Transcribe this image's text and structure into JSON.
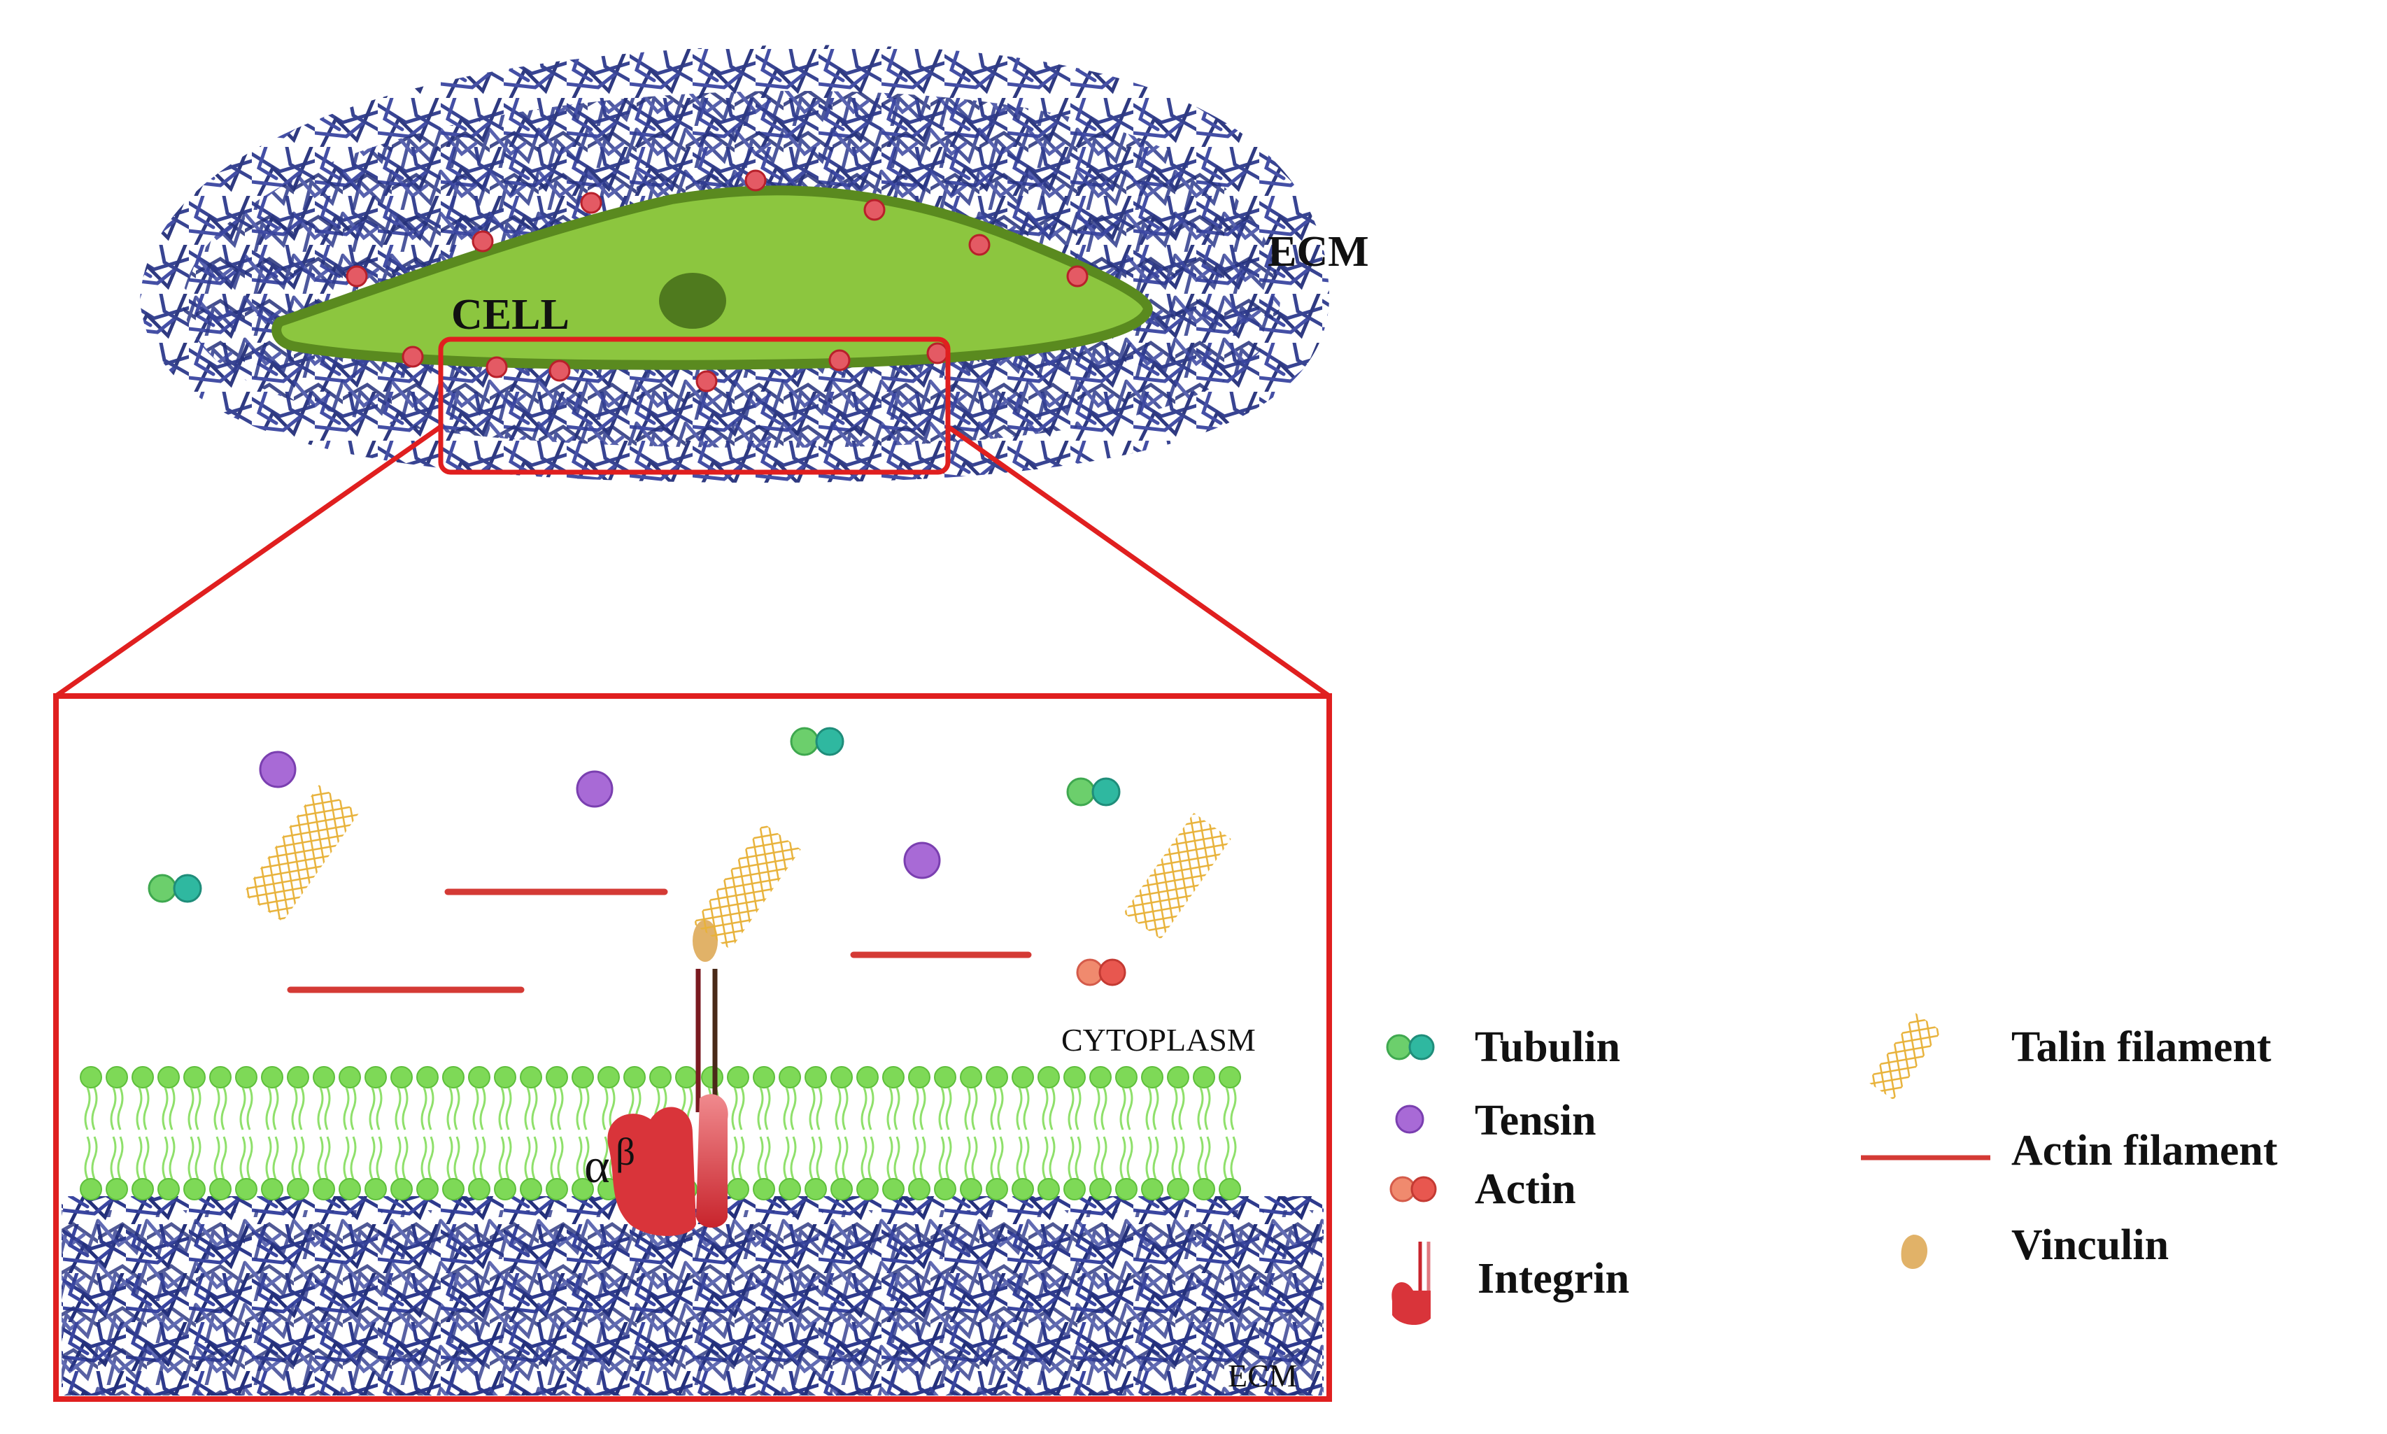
{
  "labels": {
    "ecm_top": "ECM",
    "cell": "CELL",
    "cytoplasm": "CYTOPLASM",
    "ecm_bottom": "ECM",
    "alpha": "α",
    "beta": "β"
  },
  "legend": {
    "tubulin": "Tubulin",
    "tensin": "Tensin",
    "actin": "Actin",
    "integrin": "Integrin",
    "talin_filament": "Talin filament",
    "actin_filament": "Actin filament",
    "vinculin": "Vinculin"
  },
  "colors": {
    "ecm_fiber": "#2e3a8c",
    "cell_fill": "#8cc63f",
    "cell_edge": "#5a8a1f",
    "nucleus": "#4f7a1e",
    "zoom_frame": "#e01f1f",
    "membrane": "#7ed957",
    "tubulin_a": "#6ccf6c",
    "tubulin_b": "#2fb8a0",
    "tensin": "#a86ad6",
    "actin": "#e8574f",
    "talin": "#f3c24a",
    "vinculin": "#e1b268",
    "integrin": "#d9343a"
  },
  "icons": {
    "tubulin": "double-sphere-green",
    "tensin": "sphere-purple",
    "actin": "double-sphere-red",
    "integrin": "integrin-hook",
    "talin": "talin-mesh",
    "actin_filament": "red-line",
    "vinculin": "vinculin-blob"
  }
}
